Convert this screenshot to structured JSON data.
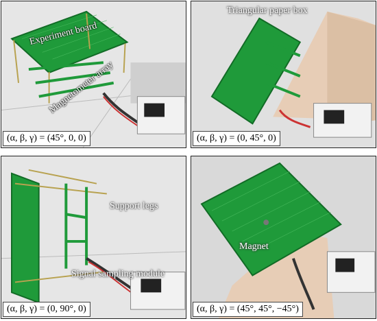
{
  "colors": {
    "board": "#1f9a3a",
    "board_edge": "#126b26",
    "tile_floor": "#d9d9d9",
    "paper_box": "#e7cdb6",
    "mcu_board": "#f2f2f2"
  },
  "panels": [
    {
      "caption": "(α, β, γ) = (45°, 0, 0)",
      "labels": [
        "Experiment board",
        "Magnetometer array"
      ]
    },
    {
      "caption": "(α, β, γ) = (0, 45°, 0)",
      "labels": [
        "Triangular paper box"
      ]
    },
    {
      "caption": "(α, β, γ) = (0, 90°, 0)",
      "labels": [
        "Support legs",
        "Signal sampling module"
      ]
    },
    {
      "caption": "(α, β, γ) = (45°, 45°, −45°)",
      "labels": [
        "Magnet"
      ]
    }
  ]
}
